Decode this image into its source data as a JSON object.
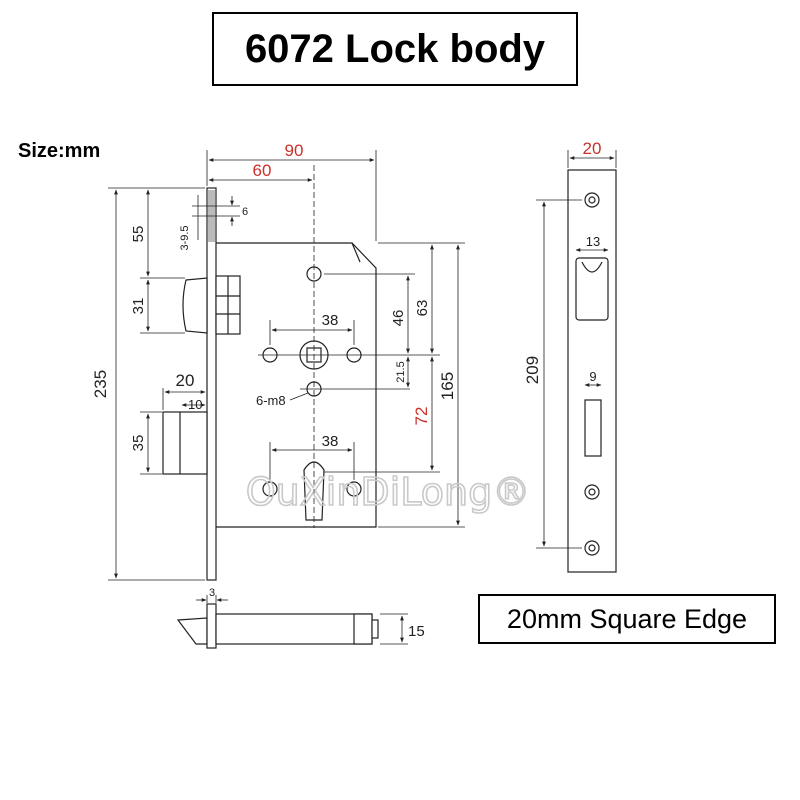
{
  "title": "6072 Lock body",
  "size_label": "Size:mm",
  "edge_label": "20mm Square Edge",
  "watermark": "OuXinDiLong®",
  "colors": {
    "line": "#222222",
    "highlight": "#c8322a",
    "watermark": "#c9c9c9"
  },
  "front_view": {
    "dims": {
      "width_total": "90",
      "backset": "60",
      "height_total": "235",
      "latch_offset": "55",
      "latch_tip": "3-9.5",
      "latch_gap": "6",
      "latch_height": "31",
      "spindle_to_upper": "46",
      "spindle_to_top": "63",
      "spindle_to_screw": "21.5",
      "spindle_holes": "38",
      "screw_holes": "6-m8",
      "deadbolt_throw": "20",
      "deadbolt_inset": "10",
      "deadbolt_height": "35",
      "centre_distance": "72",
      "case_height": "165",
      "cylinder_holes": "38"
    }
  },
  "side_view": {
    "dims": {
      "faceplate_width": "20",
      "hole_spacing": "209",
      "latch_slot": "13",
      "bolt_slot": "9"
    }
  },
  "bottom_view": {
    "dims": {
      "faceplate_thickness": "3",
      "bolt_thickness": "15"
    }
  }
}
